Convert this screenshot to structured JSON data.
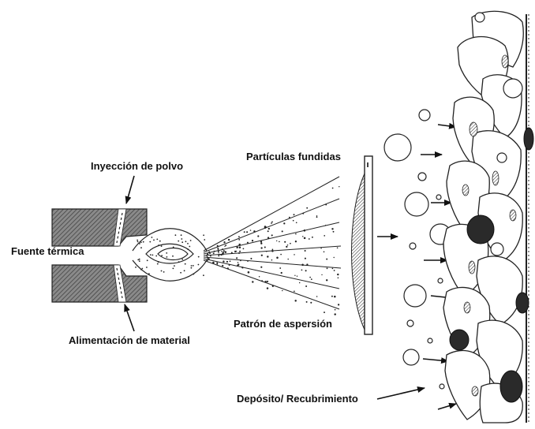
{
  "labels": {
    "powder_injection": "Inyección de polvo",
    "heat_source": "Fuente térmica",
    "material_feed": "Alimentación de material",
    "molten_particles": "Partículas fundidas",
    "spray_pattern": "Patrón de aspersión",
    "deposit_coating": "Depósito/ Recubrimiento"
  },
  "colors": {
    "ink": "#111111",
    "hatch": "#555555",
    "splat_fill": "#ffffff",
    "dark_particle": "#2a2a2a",
    "background": "#ffffff"
  },
  "icons": {
    "torch": "spray-gun-nozzle",
    "plume": "spray-plume",
    "particles": "molten-droplet",
    "substrate": "substrate-wall"
  }
}
